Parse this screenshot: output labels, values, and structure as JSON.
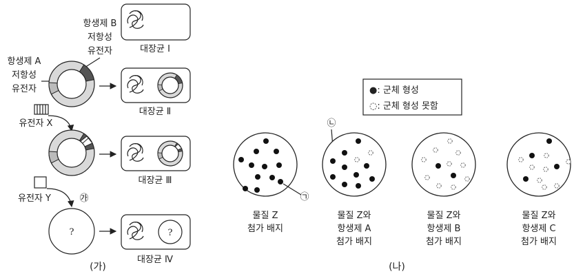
{
  "part_a": {
    "caption": "(가)",
    "antibiotic_b_gene": [
      "항생제 B",
      "저항성",
      "유전자"
    ],
    "antibiotic_a_gene": [
      "항생제 A",
      "저항성",
      "유전자"
    ],
    "gene_x": "유전자 X",
    "gene_y": "유전자 Y",
    "step_marker": "㉮",
    "unknown_mark": "?",
    "ecoli": [
      "대장균 Ⅰ",
      "대장균 Ⅱ",
      "대장균 Ⅲ",
      "대장균 Ⅳ"
    ]
  },
  "part_b": {
    "caption": "(나)",
    "legend": {
      "formed": "●: 군체 형성",
      "not_formed": "◌: 군체 형성 못함"
    },
    "markers": {
      "c1": "㉠",
      "c2": "㉡"
    },
    "dishes": [
      {
        "lines": [
          "물질 Z",
          "첨가 배지"
        ]
      },
      {
        "lines": [
          "물질 Z와",
          "항생제 A",
          "첨가 배지"
        ]
      },
      {
        "lines": [
          "물질 Z와",
          "항생제 B",
          "첨가 배지"
        ]
      },
      {
        "lines": [
          "물질 Z와",
          "항생제 C",
          "첨가 배지"
        ]
      }
    ]
  }
}
